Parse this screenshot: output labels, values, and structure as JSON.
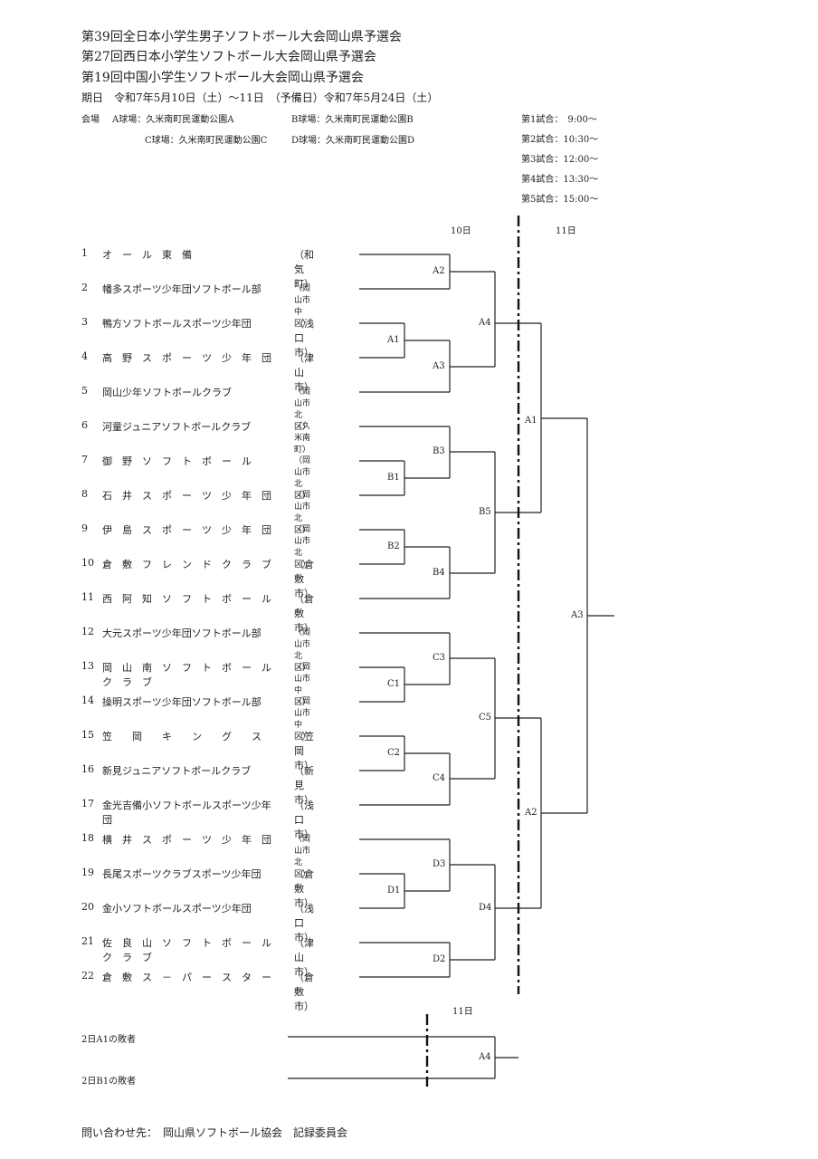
{
  "header": {
    "title1": "第39回全日本小学生男子ソフトボール大会岡山県予選会",
    "title2": "第27回西日本小学生ソフトボール大会岡山県予選会",
    "title3": "第19回中国小学生ソフトボール大会岡山県予選会",
    "dates": "期日　令和7年5月10日（土）～11日　（予備日）令和7年5月24日（土）"
  },
  "venues": {
    "label": "会場",
    "a": "A球場：久米南町民運動公園A",
    "b": "B球場：久米南町民運動公園B",
    "c": "C球場：久米南町民運動公園C",
    "d": "D球場：久米南町民運動公園D"
  },
  "schedule": [
    "第1試合：　9:00～",
    "第2試合：10:30～",
    "第3試合：12:00～",
    "第4試合：13:30～",
    "第5試合：15:00～"
  ],
  "day_labels": {
    "day10": "10日",
    "day11": "11日",
    "day11_b": "11日"
  },
  "teams": [
    {
      "num": "1",
      "name": "オ　ー　ル　東　備",
      "loc": "（和気町）"
    },
    {
      "num": "2",
      "name": "幡多スポーツ少年団ソフトボール部",
      "loc": "（岡山市中区）"
    },
    {
      "num": "3",
      "name": "鴨方ソフトボールスポーツ少年団",
      "loc": "（浅口市）"
    },
    {
      "num": "4",
      "name": "高　野　ス　ポ　ー　ツ　少　年　団",
      "loc": "（津山市）"
    },
    {
      "num": "5",
      "name": "岡山少年ソフトボールクラブ",
      "loc": "（岡山市北区）"
    },
    {
      "num": "6",
      "name": "河童ジュニアソフトボールクラブ",
      "loc": "（久米南町）"
    },
    {
      "num": "7",
      "name": "御　野　ソ　フ　ト　ボ　ー　ル",
      "loc": "（岡山市北区）"
    },
    {
      "num": "8",
      "name": "石　井　ス　ポ　ー　ツ　少　年　団",
      "loc": "（岡山市北区）"
    },
    {
      "num": "9",
      "name": "伊　島　ス　ポ　ー　ツ　少　年　団",
      "loc": "（岡山市北区）"
    },
    {
      "num": "10",
      "name": "倉　敷　フ　レ　ン　ド　ク　ラ　ブ",
      "loc": "（倉敷市）"
    },
    {
      "num": "11",
      "name": "西　阿　知　ソ　フ　ト　ボ　ー　ル",
      "loc": "（倉敷市）"
    },
    {
      "num": "12",
      "name": "大元スポーツ少年団ソフトボール部",
      "loc": "（岡山市北区）"
    },
    {
      "num": "13",
      "name": "岡　山　南　ソ　フ　ト　ボ　ー　ル　ク　ラ　ブ",
      "loc": "（岡山市中区）"
    },
    {
      "num": "14",
      "name": "操明スポーツ少年団ソフトボール部",
      "loc": "（岡山市中区）"
    },
    {
      "num": "15",
      "name": "笠　　岡　　キ　　ン　　グ　　ス",
      "loc": "（笠岡市）"
    },
    {
      "num": "16",
      "name": "新見ジュニアソフトボールクラブ",
      "loc": "（新見市）"
    },
    {
      "num": "17",
      "name": "金光吉備小ソフトボールスポーツ少年団",
      "loc": "（浅口市）"
    },
    {
      "num": "18",
      "name": "横　井　ス　ポ　ー　ツ　少　年　団",
      "loc": "（岡山市北区）"
    },
    {
      "num": "19",
      "name": "長尾スポーツクラブスポーツ少年団",
      "loc": "（倉敷市）"
    },
    {
      "num": "20",
      "name": "金小ソフトボールスポーツ少年団",
      "loc": "（浅口市）"
    },
    {
      "num": "21",
      "name": "佐　良　山　ソ　フ　ト　ボ　ー　ル　ク　ラ　ブ",
      "loc": "（津山市）"
    },
    {
      "num": "22",
      "name": "倉　敷　ス　－　パ　ー　ス　タ　ー",
      "loc": "（倉敷市）"
    }
  ],
  "match_labels": {
    "A2": "A2",
    "A1": "A1",
    "A3": "A3",
    "A4": "A4",
    "B3": "B3",
    "B1": "B1",
    "B2": "B2",
    "B4": "B4",
    "B5": "B5",
    "C3": "C3",
    "C1": "C1",
    "C2": "C2",
    "C4": "C4",
    "C5": "C5",
    "D3": "D3",
    "D1": "D1",
    "D4": "D4",
    "D2": "D2",
    "R2_A1": "A1",
    "R2_A2": "A2",
    "FINAL_A3": "A3",
    "CONS_A4": "A4"
  },
  "consolation": {
    "entry1": "2日A1の敗者",
    "entry2": "2日B1の敗者"
  },
  "footer": {
    "contact": "問い合わせ先：　岡山県ソフトボール協会　記録委員会"
  }
}
